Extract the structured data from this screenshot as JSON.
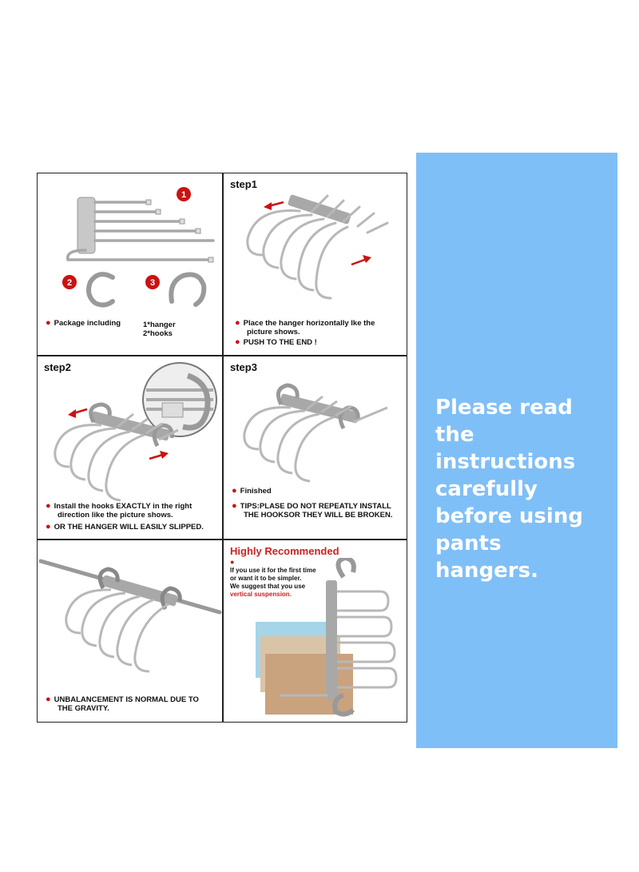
{
  "panel1": {
    "badge1": "1",
    "badge2": "2",
    "badge3": "3",
    "caption": "Package including",
    "contents_line1": "1*hanger",
    "contents_line2": "2*hooks"
  },
  "panel2": {
    "title": "step1",
    "caption_line1": "Place the hanger horizontally lke the",
    "caption_line2": "picture shows.",
    "caption_line3": "PUSH TO THE END !"
  },
  "panel3": {
    "title": "step2",
    "caption_line1": "Install the hooks EXACTLY in the right",
    "caption_line2": "direction like the picture shows.",
    "caption_line3": "OR THE HANGER WILL EASILY SLIPPED."
  },
  "panel4": {
    "title": "step3",
    "caption_line1": "Finished",
    "caption_line2": "TIPS:PLASE DO NOT REPEATLY INSTALL",
    "caption_line3": "THE HOOKSOR THEY WILL BE BROKEN."
  },
  "panel5": {
    "caption_line1": "UNBALANCEMENT IS NORMAL DUE TO",
    "caption_line2": "THE GRAVITY."
  },
  "panel6": {
    "title": "Highly Recommended",
    "text_line1": "If you use it for the first time",
    "text_line2": "or want it to be simpler.",
    "text_line3": "We suggest that you use",
    "text_line4": "vertical suspension."
  },
  "side_panel": {
    "message": "Please read the instructions carefully before using pants hangers."
  },
  "colors": {
    "accent_red": "#cc1111",
    "panel_blue": "#7fbff7",
    "metal": "#a8a8a8"
  }
}
